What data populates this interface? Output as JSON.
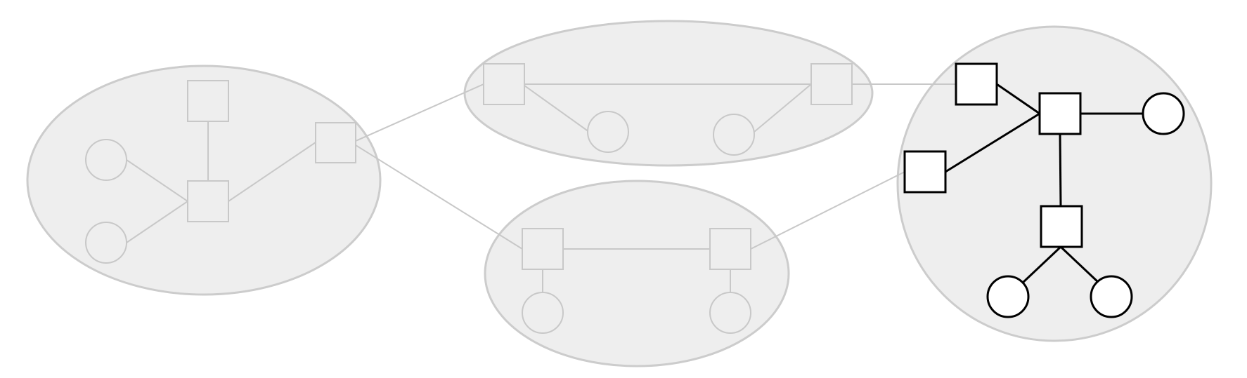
{
  "diagram": {
    "kind": "graph-clusters",
    "highlighted_cluster": "cluster-right",
    "colors": {
      "background": "#ffffff",
      "cluster_fill": "#eeeeee",
      "cluster_stroke": "#cccccc",
      "faded_node_stroke": "#c8c8c8",
      "faded_edge": "#c8c8c8",
      "active_stroke": "#000000",
      "active_fill": "#ffffff"
    },
    "node_shapes": {
      "square": "square-node",
      "circle": "circle-node"
    }
  }
}
